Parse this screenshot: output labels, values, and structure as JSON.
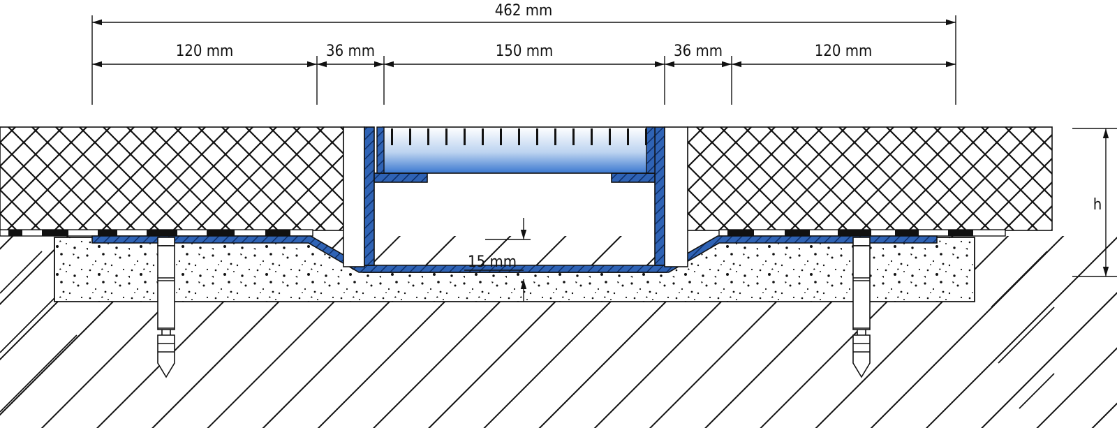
{
  "dimensions": {
    "overall": "462 mm",
    "left_flange": "120 mm",
    "left_slope": "36 mm",
    "channel_width": "150 mm",
    "right_slope": "36 mm",
    "right_flange": "120 mm",
    "bed_depth": "15 mm",
    "height": "h"
  },
  "colors": {
    "profile_blue": "#2f63b5",
    "grate_top": "#ffffff",
    "grate_bottom": "#3b78d0",
    "line": "#111111"
  },
  "icons": {
    "anchor": "expansion-anchor-icon"
  }
}
